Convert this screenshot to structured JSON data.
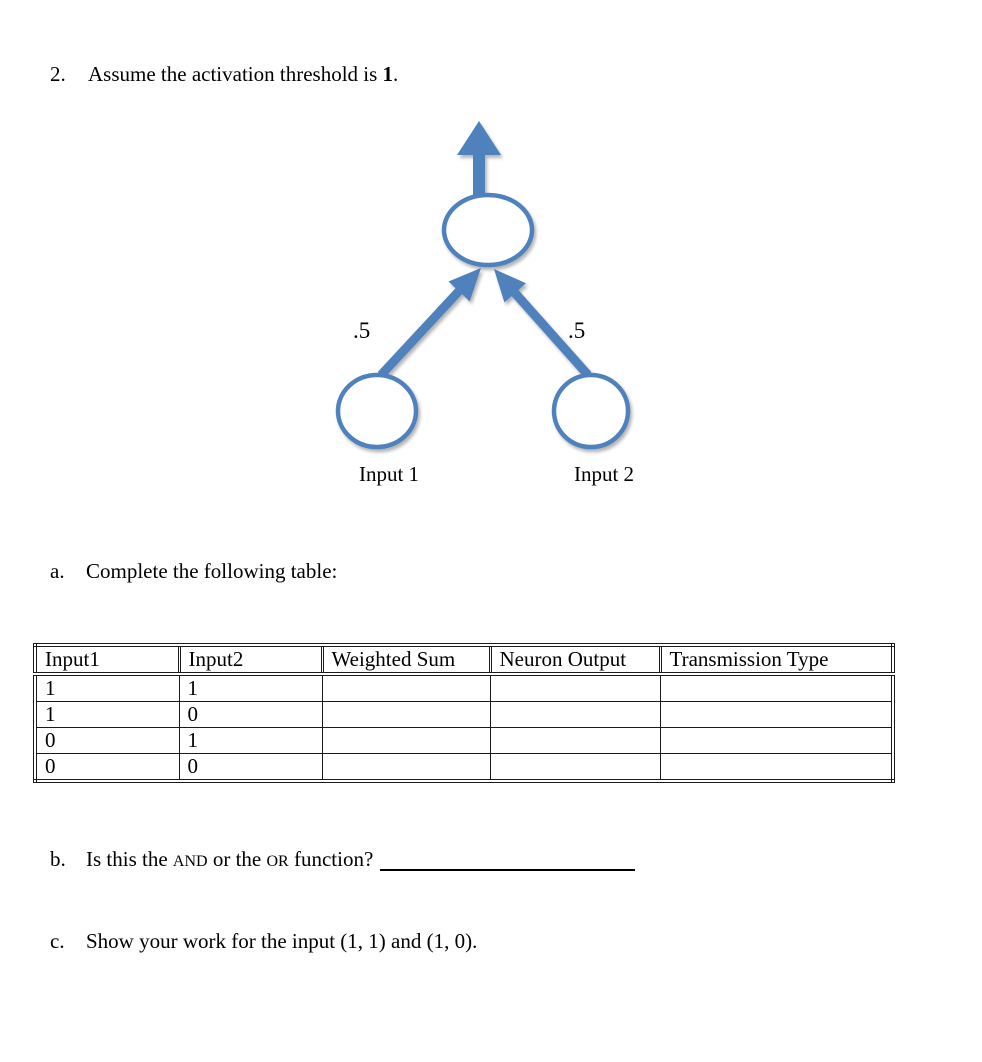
{
  "question2": {
    "number": "2.",
    "text": "Assume the activation threshold is ",
    "bold_value": "1",
    "period": "."
  },
  "diagram": {
    "accent_color": "#4f81bd",
    "weight_left": ".5",
    "weight_right": ".5",
    "input1_label": "Input 1",
    "input2_label": "Input 2"
  },
  "item_a": {
    "letter": "a.",
    "text": "Complete the following table:"
  },
  "table": {
    "headers": [
      "Input1",
      "Input2",
      "Weighted Sum",
      "Neuron Output",
      "Transmission Type"
    ],
    "rows": [
      [
        "1",
        "1",
        "",
        "",
        ""
      ],
      [
        "1",
        "0",
        "",
        "",
        ""
      ],
      [
        "0",
        "1",
        "",
        "",
        ""
      ],
      [
        "0",
        "0",
        "",
        "",
        ""
      ]
    ]
  },
  "item_b": {
    "letter": "b.",
    "seg1": "Is this the ",
    "and_smallcaps": "AND",
    "seg2": " or the ",
    "or_smallcaps": "OR",
    "seg3": " function?"
  },
  "item_c": {
    "letter": "c.",
    "text": "Show your work for the input (1, 1) and (1, 0)."
  }
}
